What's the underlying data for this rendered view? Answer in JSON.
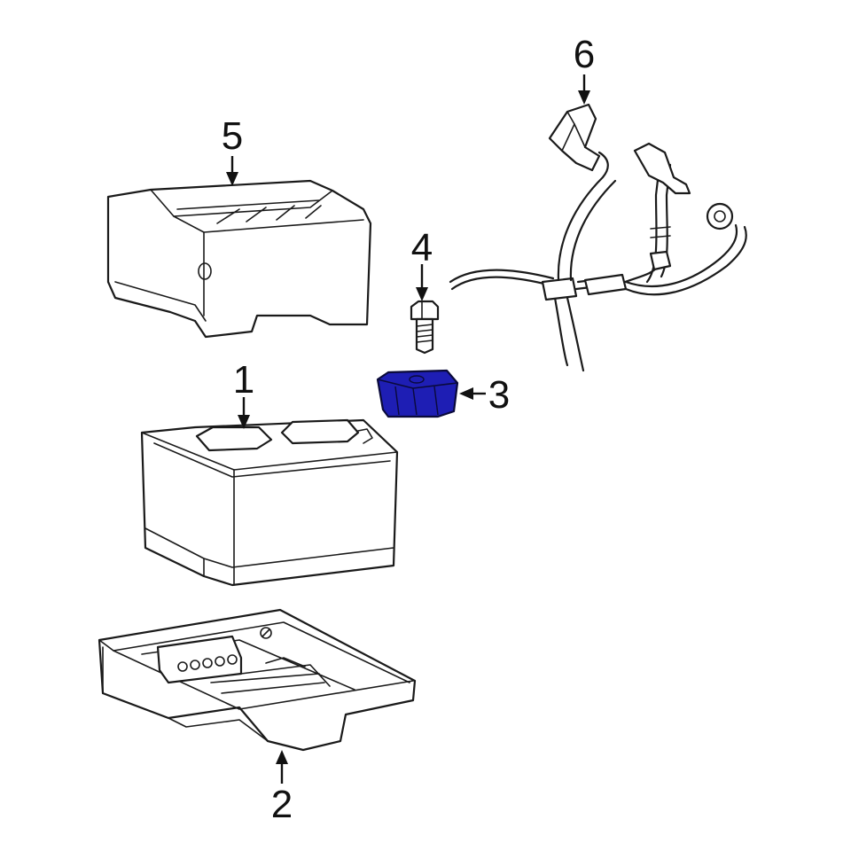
{
  "colors": {
    "line": "#1a1a1a",
    "highlight": "#1e1eb4",
    "background": "#ffffff"
  },
  "callouts": [
    {
      "label": "1",
      "part": "battery"
    },
    {
      "label": "2",
      "part": "battery-tray"
    },
    {
      "label": "3",
      "part": "hold-down-bracket"
    },
    {
      "label": "4",
      "part": "bolt"
    },
    {
      "label": "5",
      "part": "battery-cover"
    },
    {
      "label": "6",
      "part": "battery-cable"
    }
  ],
  "highlighted_part": "3"
}
